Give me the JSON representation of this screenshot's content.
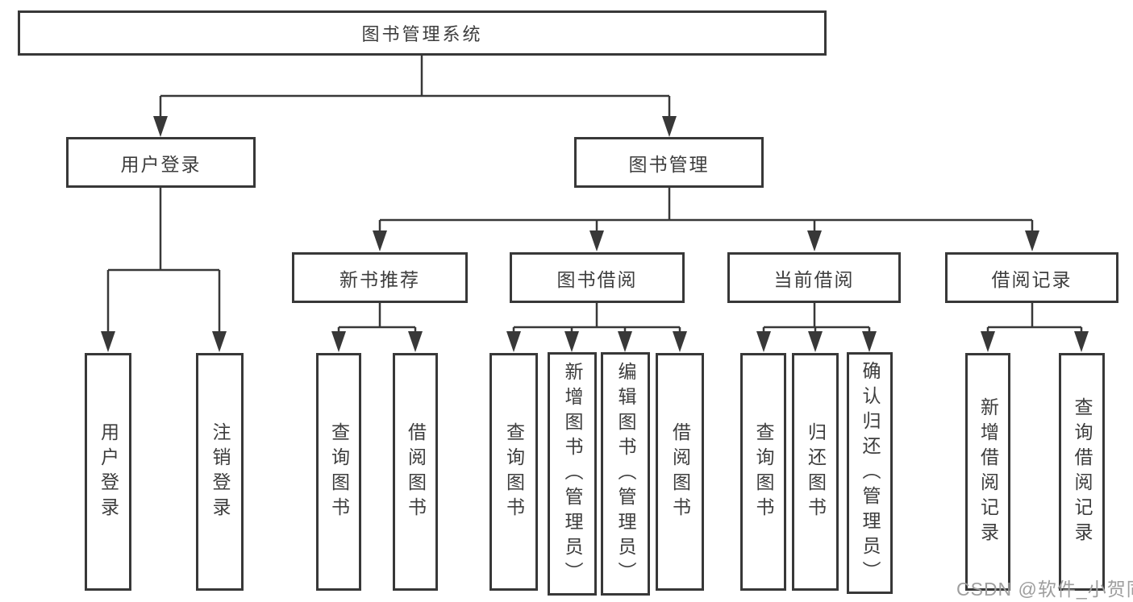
{
  "nodes": {
    "root": {
      "label": "图书管理系统"
    },
    "level2": [
      {
        "label": "用户登录"
      },
      {
        "label": "图书管理"
      }
    ],
    "level3": [
      {
        "label": "新书推荐"
      },
      {
        "label": "图书借阅"
      },
      {
        "label": "当前借阅"
      },
      {
        "label": "借阅记录"
      }
    ],
    "leaves": [
      {
        "label": "用户登录"
      },
      {
        "label": "注销登录"
      },
      {
        "label": "查询图书"
      },
      {
        "label": "借阅图书"
      },
      {
        "label": "查询图书"
      },
      {
        "label": "新增图书（管理员）"
      },
      {
        "label": "编辑图书（管理员）"
      },
      {
        "label": "借阅图书"
      },
      {
        "label": "查询图书"
      },
      {
        "label": "归还图书"
      },
      {
        "label": "确认归还（管理员）"
      },
      {
        "label": "新增借阅记录"
      },
      {
        "label": "查询借阅记录"
      }
    ]
  },
  "watermark": {
    "text": "CSDN @软件_小贺同学"
  },
  "colors": {
    "line": "#383838",
    "box_border": "#383838",
    "text": "#3d3d3d",
    "watermark": "#9e9e9e",
    "background": "#ffffff"
  }
}
